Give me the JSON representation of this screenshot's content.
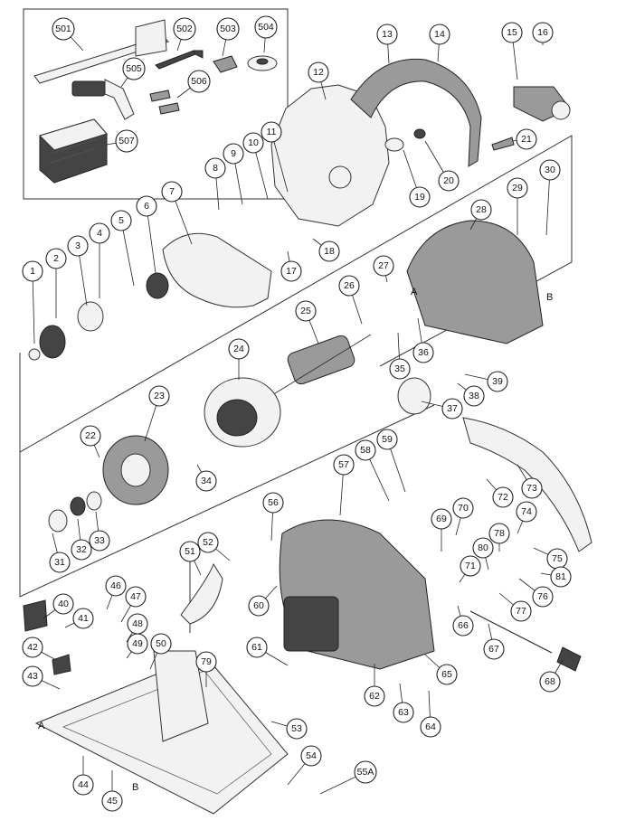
{
  "callouts": [
    {
      "id": "501"
    },
    {
      "id": "502"
    },
    {
      "id": "503"
    },
    {
      "id": "504"
    },
    {
      "id": "505"
    },
    {
      "id": "506"
    },
    {
      "id": "507"
    },
    {
      "id": "1"
    },
    {
      "id": "2"
    },
    {
      "id": "3"
    },
    {
      "id": "4"
    },
    {
      "id": "5"
    },
    {
      "id": "6"
    },
    {
      "id": "7"
    },
    {
      "id": "8"
    },
    {
      "id": "9"
    },
    {
      "id": "10"
    },
    {
      "id": "11"
    },
    {
      "id": "12"
    },
    {
      "id": "13"
    },
    {
      "id": "14"
    },
    {
      "id": "15"
    },
    {
      "id": "16"
    },
    {
      "id": "17"
    },
    {
      "id": "18"
    },
    {
      "id": "19"
    },
    {
      "id": "20"
    },
    {
      "id": "21"
    },
    {
      "id": "22"
    },
    {
      "id": "23"
    },
    {
      "id": "24"
    },
    {
      "id": "25"
    },
    {
      "id": "26"
    },
    {
      "id": "27"
    },
    {
      "id": "28"
    },
    {
      "id": "29"
    },
    {
      "id": "30"
    },
    {
      "id": "31"
    },
    {
      "id": "32"
    },
    {
      "id": "33"
    },
    {
      "id": "34"
    },
    {
      "id": "35"
    },
    {
      "id": "36"
    },
    {
      "id": "37"
    },
    {
      "id": "38"
    },
    {
      "id": "39"
    },
    {
      "id": "40"
    },
    {
      "id": "41"
    },
    {
      "id": "42"
    },
    {
      "id": "43"
    },
    {
      "id": "44"
    },
    {
      "id": "45"
    },
    {
      "id": "46"
    },
    {
      "id": "47"
    },
    {
      "id": "48"
    },
    {
      "id": "49"
    },
    {
      "id": "50"
    },
    {
      "id": "51"
    },
    {
      "id": "52"
    },
    {
      "id": "53"
    },
    {
      "id": "54"
    },
    {
      "id": "55A"
    },
    {
      "id": "56"
    },
    {
      "id": "57"
    },
    {
      "id": "58"
    },
    {
      "id": "59"
    },
    {
      "id": "60"
    },
    {
      "id": "61"
    },
    {
      "id": "62"
    },
    {
      "id": "63"
    },
    {
      "id": "64"
    },
    {
      "id": "65"
    },
    {
      "id": "66"
    },
    {
      "id": "67"
    },
    {
      "id": "68"
    },
    {
      "id": "69"
    },
    {
      "id": "70"
    },
    {
      "id": "71"
    },
    {
      "id": "72"
    },
    {
      "id": "73"
    },
    {
      "id": "74"
    },
    {
      "id": "75"
    },
    {
      "id": "76"
    },
    {
      "id": "77"
    },
    {
      "id": "78"
    },
    {
      "id": "79"
    },
    {
      "id": "80"
    },
    {
      "id": "81"
    }
  ],
  "reference_letters": [
    {
      "id": "A-upper",
      "text": "A"
    },
    {
      "id": "B-upper",
      "text": "B"
    },
    {
      "id": "A-lower",
      "text": "A"
    },
    {
      "id": "B-lower",
      "text": "B"
    }
  ]
}
